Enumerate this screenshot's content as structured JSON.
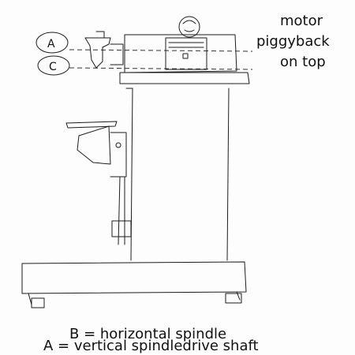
{
  "annotations": {
    "note_line1": "motor",
    "note_line2": "piggyback",
    "note_line3": "on top",
    "legend_b": "B = horizontal spindle",
    "legend_a": "A = vertical spindledrive shaft",
    "circle_a": "A",
    "circle_c": "C"
  },
  "colors": {
    "ink": "#1c1c1c",
    "paper": "#fdfdfd"
  }
}
